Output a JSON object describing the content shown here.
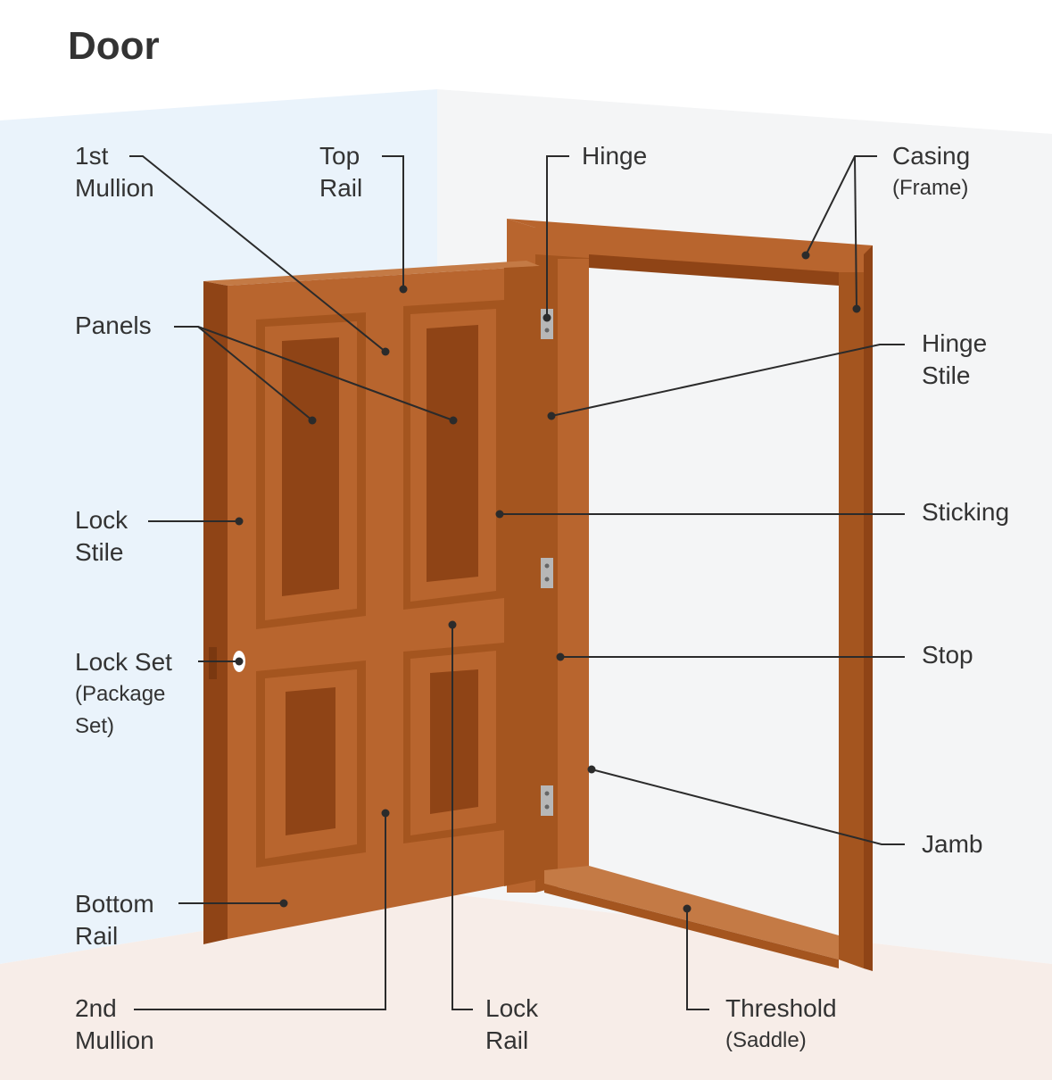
{
  "title": "Door",
  "labels": {
    "mullion1": {
      "line1": "1st",
      "line2": "Mullion"
    },
    "top_rail": {
      "line1": "Top",
      "line2": "Rail"
    },
    "hinge": {
      "line1": "Hinge"
    },
    "casing": {
      "line1": "Casing",
      "line2": "(Frame)"
    },
    "panels": {
      "line1": "Panels"
    },
    "hinge_stile": {
      "line1": "Hinge",
      "line2": "Stile"
    },
    "lock_stile": {
      "line1": "Lock",
      "line2": "Stile"
    },
    "sticking": {
      "line1": "Sticking"
    },
    "lock_set": {
      "line1": "Lock Set",
      "line2": "(Package",
      "line3": "Set)"
    },
    "stop": {
      "line1": "Stop"
    },
    "jamb": {
      "line1": "Jamb"
    },
    "bottom_rail": {
      "line1": "Bottom",
      "line2": "Rail"
    },
    "mullion2": {
      "line1": "2nd",
      "line2": "Mullion"
    },
    "lock_rail": {
      "line1": "Lock",
      "line2": "Rail"
    },
    "threshold": {
      "line1": "Threshold",
      "line2": "(Saddle)"
    }
  },
  "colors": {
    "wall_left": "#eaf3fb",
    "wall_right": "#f4f5f6",
    "floor": "#f7ede8",
    "wood_light": "#b8652e",
    "wood_mid": "#a4551f",
    "wood_dark": "#8f4416",
    "wood_darker": "#7a3810",
    "leader": "#2b2b2b",
    "text": "#333333"
  }
}
